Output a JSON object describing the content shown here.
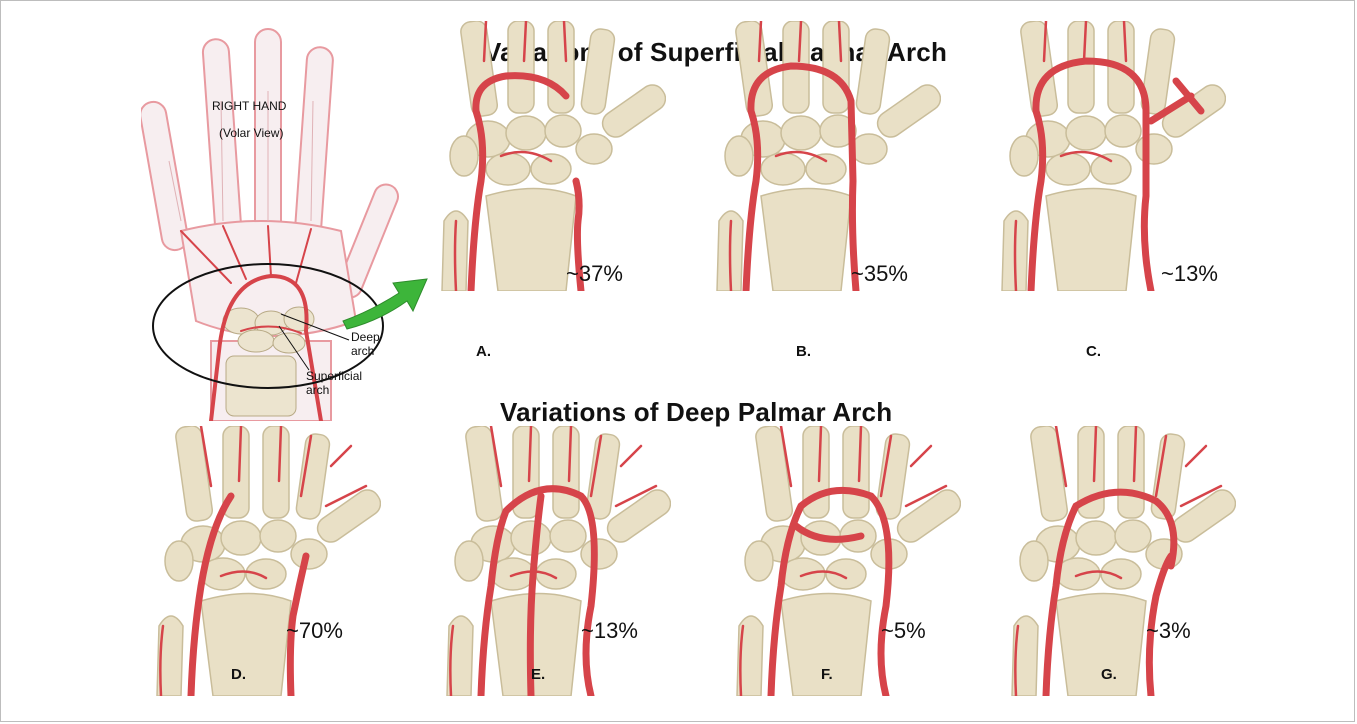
{
  "figure": {
    "title_superficial": "Variations of Superficial Palmar Arch",
    "title_deep": "Variations of Deep Palmar Arch"
  },
  "overview": {
    "hand_label": "RIGHT HAND",
    "view_label": "(Volar View)",
    "callout_deep": "Deep arch",
    "callout_superficial": "Superficial arch"
  },
  "colors": {
    "artery": "#d6444a",
    "artery_dark": "#a82a30",
    "bone": "#e9e0c6",
    "bone_shade": "#c9bd9a",
    "arrow": "#3db53a",
    "outline": "#e89aa0"
  },
  "panels": [
    {
      "id": "A",
      "letter": "A.",
      "percent": "~37%",
      "arch": "superficial"
    },
    {
      "id": "B",
      "letter": "B.",
      "percent": "~35%",
      "arch": "superficial"
    },
    {
      "id": "C",
      "letter": "C.",
      "percent": "~13%",
      "arch": "superficial"
    },
    {
      "id": "D",
      "letter": "D.",
      "percent": "~70%",
      "arch": "deep"
    },
    {
      "id": "E",
      "letter": "E.",
      "percent": "~13%",
      "arch": "deep"
    },
    {
      "id": "F",
      "letter": "F.",
      "percent": "~5%",
      "arch": "deep"
    },
    {
      "id": "G",
      "letter": "G.",
      "percent": "~3%",
      "arch": "deep"
    }
  ]
}
